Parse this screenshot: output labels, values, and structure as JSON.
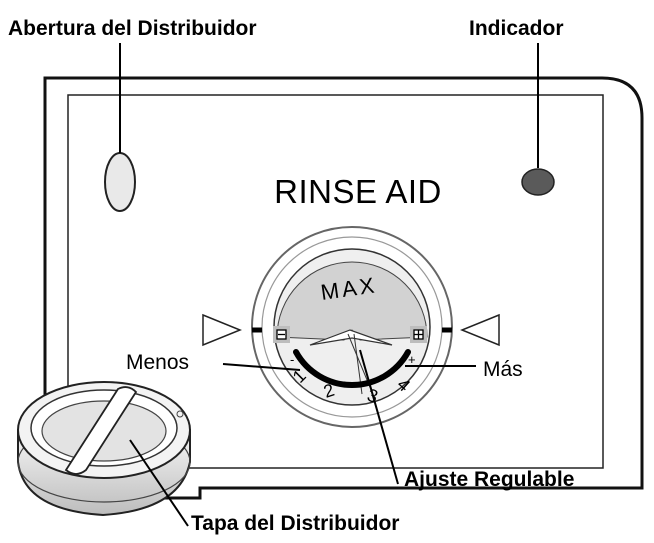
{
  "callouts": {
    "dispenser_opening": "Abertura del Distribuidor",
    "indicator": "Indicador",
    "adjustable_setting": "Ajuste Regulable",
    "dispenser_cap": "Tapa del Distribuidor"
  },
  "panel": {
    "title": "RINSE AID"
  },
  "dial": {
    "max_label": "MAX",
    "less_label": "Menos",
    "more_label": "Más",
    "minus_symbol": "-",
    "plus_symbol": "+",
    "settings": [
      "1",
      "2",
      "3",
      "4"
    ]
  },
  "colors": {
    "indicator_dot": "#5a5a5a",
    "dial_face": "#d6d6d6",
    "window": "#efefef"
  }
}
